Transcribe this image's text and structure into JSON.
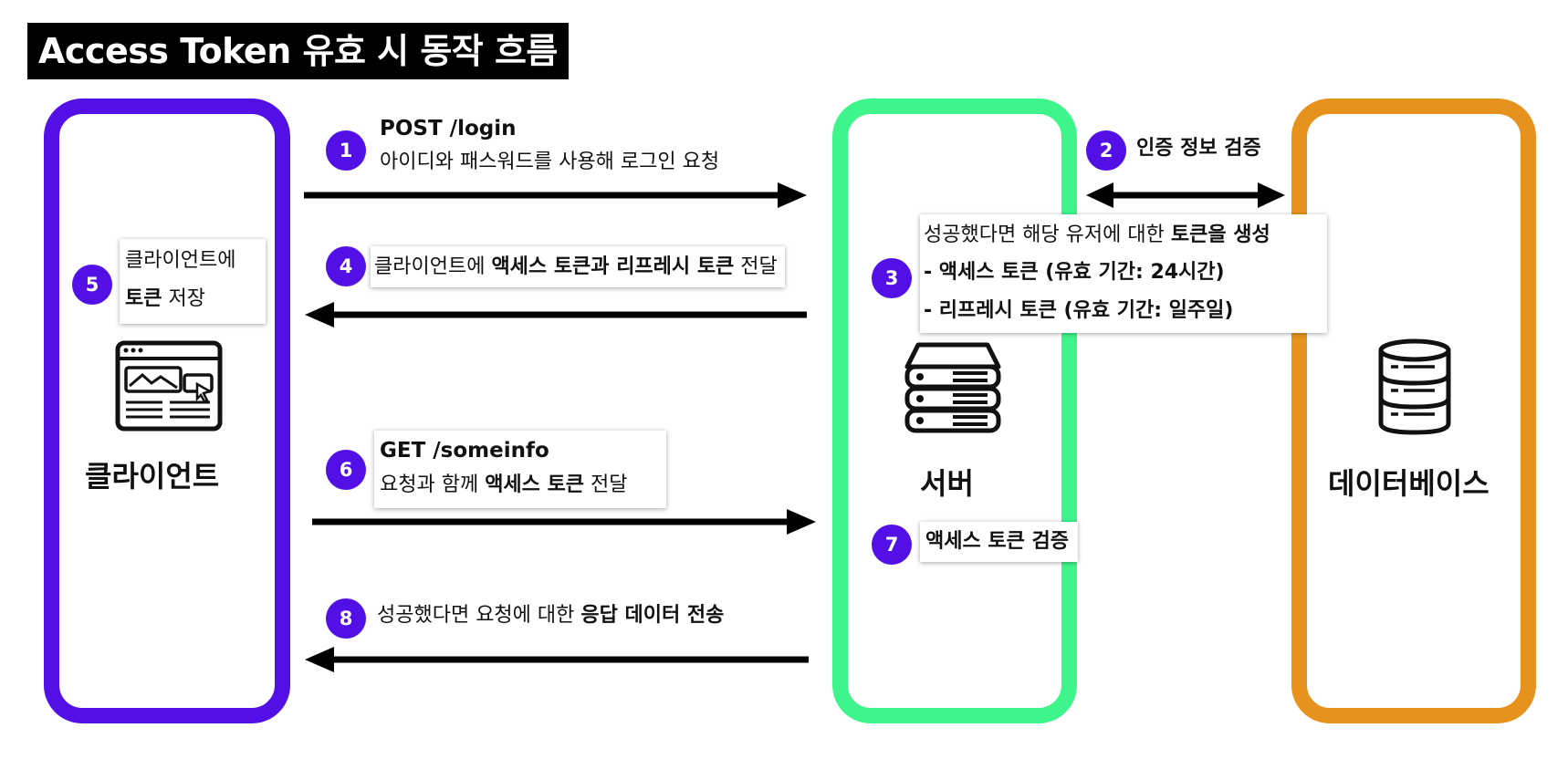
{
  "title": "Access Token 유효 시 동작 흐름",
  "columns": {
    "client": {
      "label": "클라이언트",
      "color": "#5310e6",
      "icon": "browser-window-icon"
    },
    "server": {
      "label": "서버",
      "color": "#3ef58b",
      "icon": "server-rack-icon"
    },
    "database": {
      "label": "데이터베이스",
      "color": "#e6921c",
      "icon": "database-icon"
    }
  },
  "badge_color": "#5310e6",
  "steps": {
    "s1": {
      "num": "1",
      "line1": "POST /login",
      "line2": "아이디와 패스워드를 사용해 로그인 요청"
    },
    "s2": {
      "num": "2",
      "text": "인증 정보 검증"
    },
    "s3": {
      "num": "3",
      "line1_pre": "성공했다면 해당 유저에 대한 ",
      "line1_bold": "토큰을 생성",
      "bullet1": "-   액세스 토큰 (유효 기간: 24시간)",
      "bullet2": "-   리프레시 토큰 (유효 기간: 일주일)"
    },
    "s4": {
      "num": "4",
      "pre": "클라이언트에 ",
      "bold": "액세스 토큰과 리프레시 토큰",
      "post": " 전달"
    },
    "s5": {
      "num": "5",
      "line1": "클라이언트에",
      "line2_bold": "토큰",
      "line2_post": " 저장"
    },
    "s6": {
      "num": "6",
      "line1": "GET /someinfo",
      "line2_pre": "요청과 함께 ",
      "line2_bold": "액세스 토큰",
      "line2_post": " 전달"
    },
    "s7": {
      "num": "7",
      "text": "액세스 토큰 검증"
    },
    "s8": {
      "num": "8",
      "pre": "성공했다면 요청에 대한 ",
      "bold": "응답 데이터 전송"
    }
  }
}
